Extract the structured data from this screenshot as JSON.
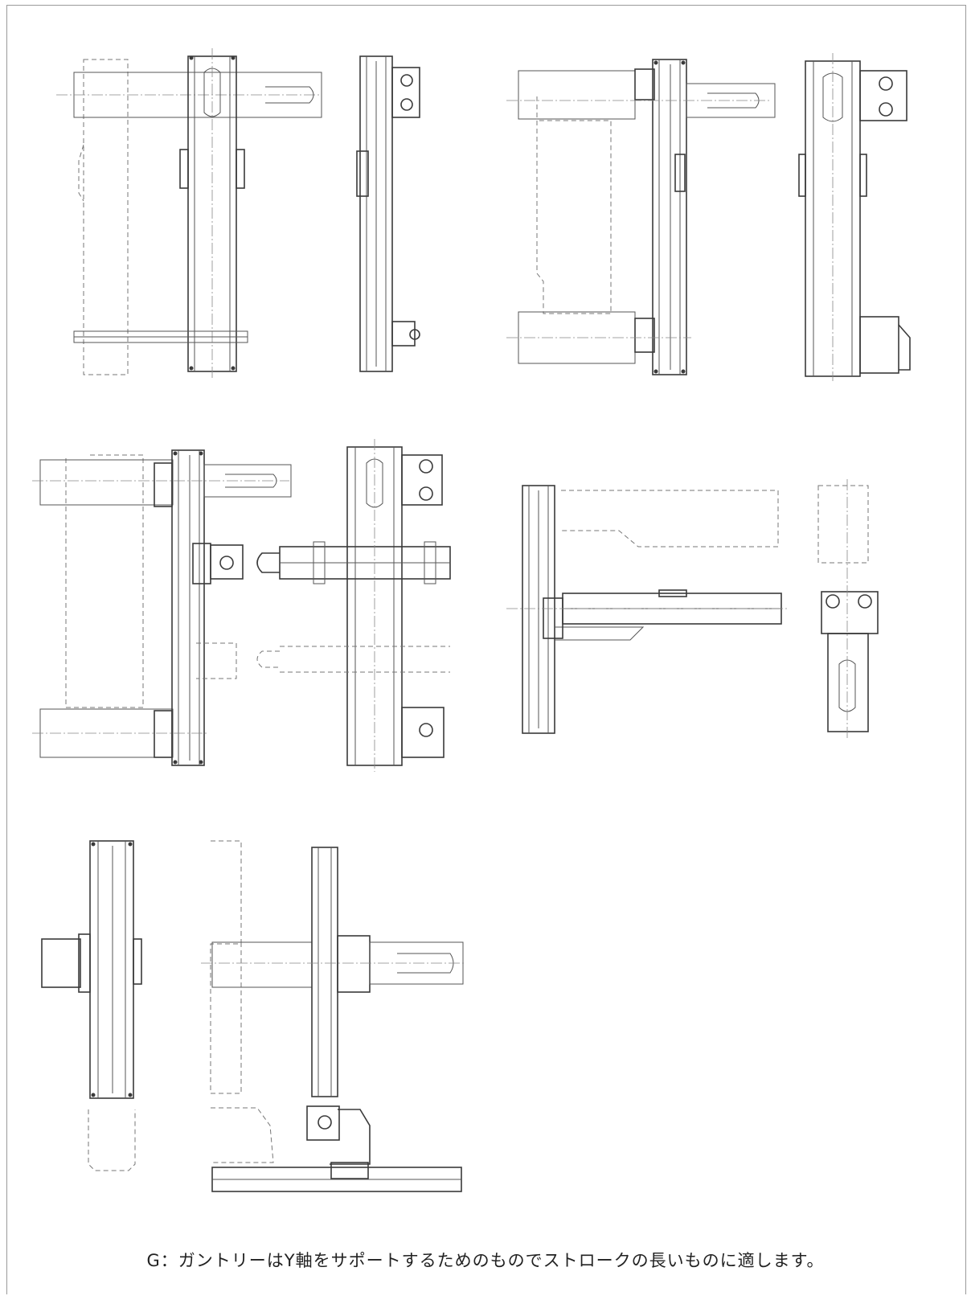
{
  "caption": "G：ガントリーはY軸をサポートするためのものでストロークの長いものに適します。",
  "figures": [
    "gantry-config-1-front",
    "gantry-config-1-side",
    "gantry-config-2-front",
    "gantry-config-2-side",
    "gantry-config-3-front",
    "gantry-config-3-side",
    "gantry-config-4-front",
    "gantry-config-4-side",
    "gantry-config-5-front",
    "gantry-config-5-side"
  ]
}
